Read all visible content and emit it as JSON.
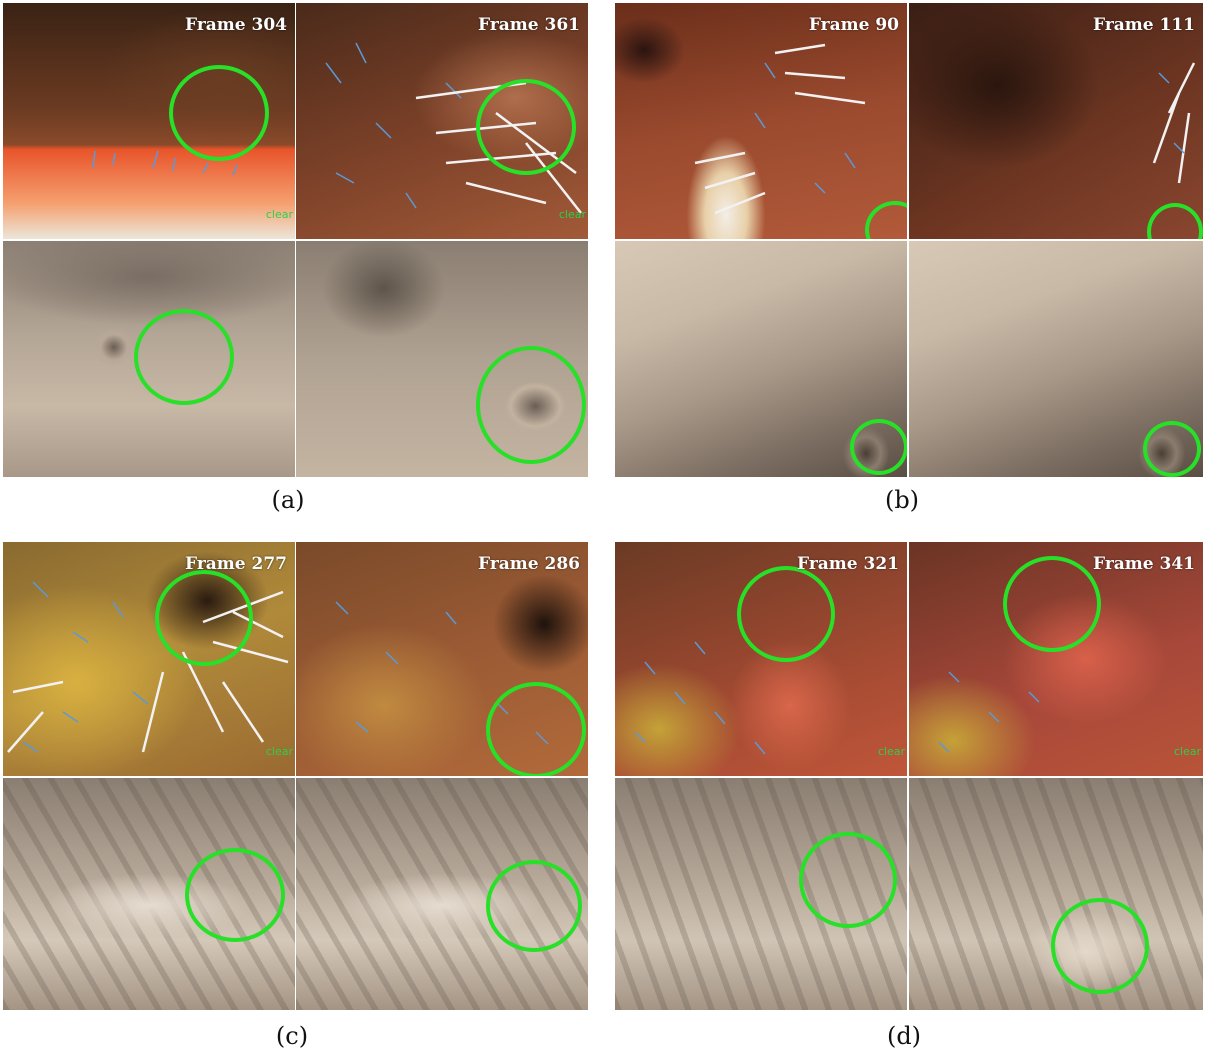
{
  "panels": [
    {
      "caption": "(a)",
      "frames": [
        "Frame 304",
        "Frame 361"
      ]
    },
    {
      "caption": "(b)",
      "frames": [
        "Frame 90",
        "Frame 111"
      ]
    },
    {
      "caption": "(c)",
      "frames": [
        "Frame 277",
        "Frame 286"
      ]
    },
    {
      "caption": "(d)",
      "frames": [
        "Frame 321",
        "Frame 341"
      ]
    }
  ],
  "overlay_text": "clear",
  "colors": {
    "highlight_ring": "#27e027",
    "frame_label": "#ffffff",
    "caption": "#111111"
  }
}
